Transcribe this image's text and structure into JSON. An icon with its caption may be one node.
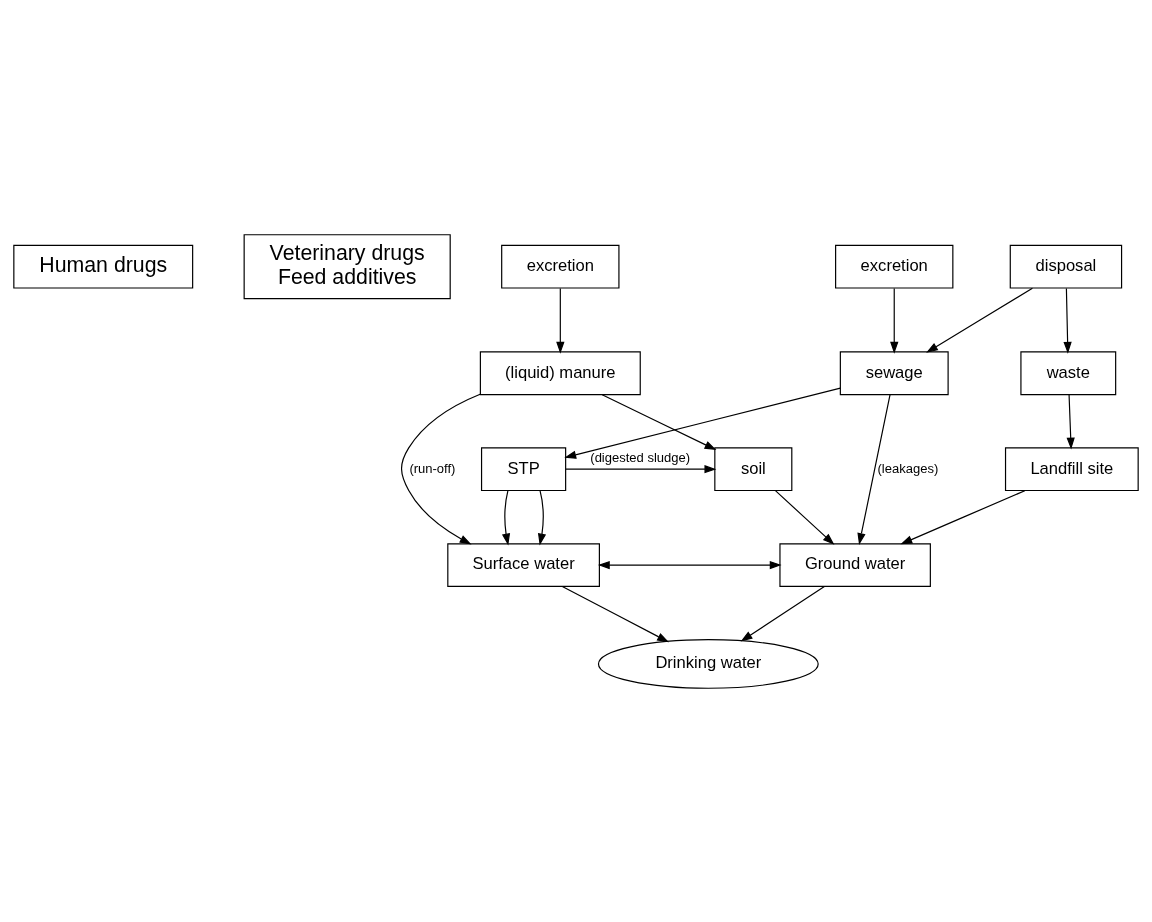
{
  "diagram": {
    "nodes": [
      {
        "text": [
          "Human drugs"
        ]
      },
      {
        "text": [
          "Veterinary drugs",
          "Feed additives"
        ]
      },
      {
        "text": [
          "excretion"
        ]
      },
      {
        "text": [
          "disposal"
        ]
      },
      {
        "text": [
          "excretion"
        ]
      },
      {
        "text": [
          "sewage"
        ]
      },
      {
        "text": [
          "waste"
        ]
      },
      {
        "text": [
          "(liquid) manure"
        ]
      },
      {
        "text": [
          "Landfill site"
        ]
      },
      {
        "text": [
          "STP"
        ]
      },
      {
        "text": [
          "soil"
        ]
      },
      {
        "text": [
          "Surface water"
        ]
      },
      {
        "text": [
          "Ground water"
        ]
      },
      {
        "text": [
          "Drinking water"
        ]
      }
    ],
    "edges": [
      {
        "from": 2,
        "to": 5,
        "arrow": "to"
      },
      {
        "from": 3,
        "to": 5,
        "arrow": "to"
      },
      {
        "from": 3,
        "to": 6,
        "arrow": "to"
      },
      {
        "from": 4,
        "to": 7,
        "arrow": "to"
      },
      {
        "from": 5,
        "to": 9,
        "arrow": "to"
      },
      {
        "from": 6,
        "to": 8,
        "arrow": "to"
      },
      {
        "from": 7,
        "to": 10,
        "arrow": "to"
      },
      {
        "from": 5,
        "to": 12,
        "label": "(leakages)",
        "arrow": "to"
      },
      {
        "from": 7,
        "to": 11,
        "label": "(run-off)",
        "arrow": "to"
      },
      {
        "from": 9,
        "to": 10,
        "label": "(digested sludge)",
        "arrow": "to"
      },
      {
        "from": 9,
        "to": 11,
        "arrow": "to"
      },
      {
        "from": 9,
        "to": 11,
        "arrow": "to"
      },
      {
        "from": 8,
        "to": 12,
        "arrow": "to"
      },
      {
        "from": 10,
        "to": 12,
        "arrow": "to"
      },
      {
        "from": 11,
        "to": 12,
        "arrow": "both"
      },
      {
        "from": 11,
        "to": 13,
        "arrow": "to"
      },
      {
        "from": 12,
        "to": 13,
        "arrow": "to"
      }
    ]
  }
}
